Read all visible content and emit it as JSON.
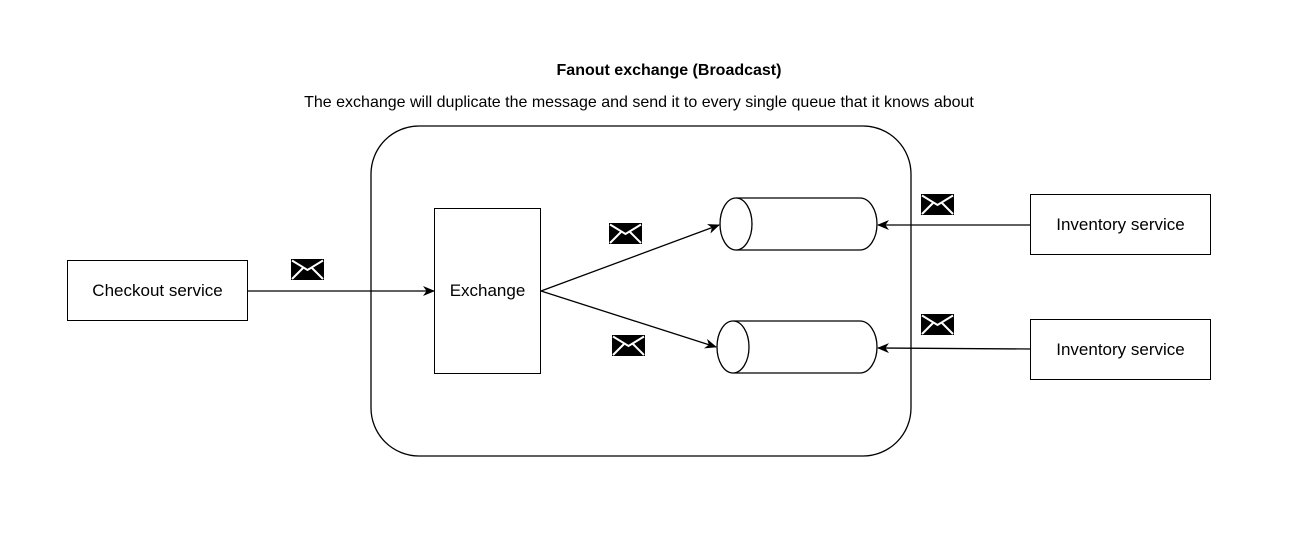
{
  "diagram": {
    "title": "Fanout exchange (Broadcast)",
    "subtitle": "The exchange will duplicate the message and send it to every single queue that it knows about",
    "nodes": {
      "checkout": "Checkout service",
      "exchange": "Exchange",
      "inventory_top": "Inventory service",
      "inventory_bottom": "Inventory service"
    },
    "icons": {
      "message": "envelope-icon",
      "queue": "cylinder-queue"
    }
  }
}
